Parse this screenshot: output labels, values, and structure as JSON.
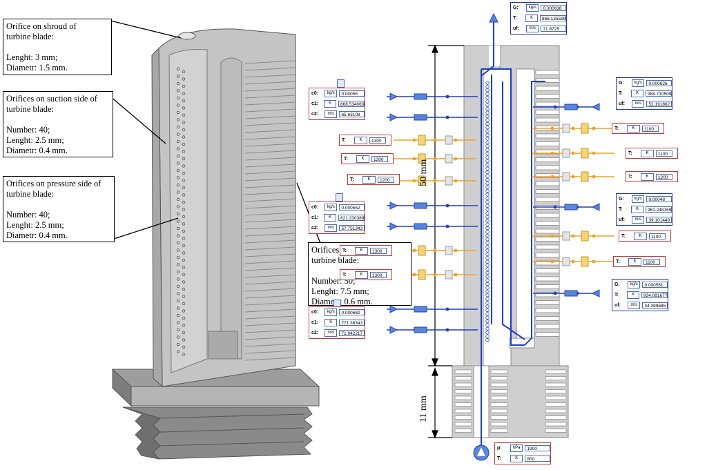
{
  "callouts": {
    "shroud": [
      "Orifice on shroud of",
      "turbine blade:",
      "",
      "Lenght: 3 mm;",
      "Diametr: 1.5 mm."
    ],
    "suction": [
      "Orifices on suction side of",
      "turbine blade:",
      "",
      "Number: 40;",
      "Lenght: 2.5 mm;",
      "Diametr: 0.4 mm."
    ],
    "pressure": [
      "Orifices on pressure side of",
      "turbine blade:",
      "",
      "Number: 40;",
      "Lenght: 2.5 mm;",
      "Diametr: 0.4 mm."
    ],
    "trailing": [
      "Orifices",
      "turbine blade:",
      "",
      "Number: 50;",
      "Lenght: 7.5 mm;",
      "Diametr: 0.6 mm."
    ]
  },
  "dimensions": {
    "upper": "50 mm",
    "lower": "11 mm"
  },
  "top_box": {
    "rows": [
      {
        "label": "G:",
        "unit": "kg/s",
        "value": "0.000638"
      },
      {
        "label": "T:",
        "unit": "K",
        "value": "866.135599"
      },
      {
        "label": "uf:",
        "unit": "m/s",
        "value": "71.8725"
      }
    ]
  },
  "left_boxes": [
    {
      "rows": [
        {
          "label": "c0:",
          "unit": "kg/s",
          "value": "0.00055"
        },
        {
          "label": "c1:",
          "unit": "K",
          "value": "868.534060"
        },
        {
          "label": "c2:",
          "unit": "m/s",
          "value": "65.63108"
        }
      ]
    },
    {
      "rows": [
        {
          "label": "c0:",
          "unit": "kg/s",
          "value": "0.000552"
        },
        {
          "label": "c1:",
          "unit": "K",
          "value": "821.230389"
        },
        {
          "label": "c2:",
          "unit": "m/s",
          "value": "57.751343"
        }
      ]
    },
    {
      "rows": [
        {
          "label": "c0:",
          "unit": "kg/s",
          "value": "0.000682"
        },
        {
          "label": "c1:",
          "unit": "K",
          "value": "771.36343"
        },
        {
          "label": "c2:",
          "unit": "m/s",
          "value": "71.942217"
        }
      ]
    }
  ],
  "right_boxes": [
    {
      "rows": [
        {
          "label": "G:",
          "unit": "kg/s",
          "value": "0.000626"
        },
        {
          "label": "T:",
          "unit": "K",
          "value": "984.710509"
        },
        {
          "label": "uf:",
          "unit": "m/s",
          "value": "52.191862"
        }
      ]
    },
    {
      "rows": [
        {
          "label": "G:",
          "unit": "kg/s",
          "value": "0.00048"
        },
        {
          "label": "T:",
          "unit": "K",
          "value": "961.248169"
        },
        {
          "label": "uf:",
          "unit": "m/s",
          "value": "39.101449"
        }
      ]
    },
    {
      "rows": [
        {
          "label": "G:",
          "unit": "kg/s",
          "value": "0.000561"
        },
        {
          "label": "T:",
          "unit": "K",
          "value": "934.091677"
        },
        {
          "label": "uf:",
          "unit": "m/s",
          "value": "44.399685"
        }
      ]
    }
  ],
  "left_temps": [
    "1300",
    "1300",
    "1200",
    "1300",
    "1300"
  ],
  "right_temps": [
    "1100",
    "1100",
    "1200",
    "1100",
    "1100"
  ],
  "inlet_box": {
    "rows": [
      {
        "label": "p:",
        "unit": "kPa",
        "value": "1900"
      },
      {
        "label": "T:",
        "unit": "K",
        "value": "800"
      }
    ]
  },
  "colors": {
    "flow": "#1f3fbf",
    "hot": "#f0a020",
    "orifice_box": "#c23a3a",
    "param_box": "#2233aa",
    "metal": "#cfcfcf"
  }
}
